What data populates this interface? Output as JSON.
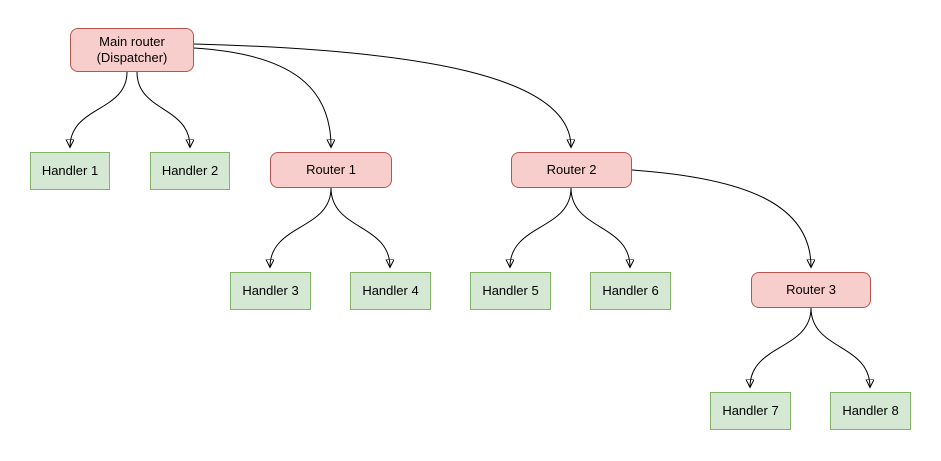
{
  "colors": {
    "background": "#ffffff",
    "router_fill": "#f8cecc",
    "router_stroke": "#b85450",
    "handler_fill": "#d5e8d4",
    "handler_stroke": "#82b366",
    "edge": "#000000"
  },
  "nodes": {
    "main_router": {
      "label": "Main router\n(Dispatcher)",
      "type": "router"
    },
    "router1": {
      "label": "Router 1",
      "type": "router"
    },
    "router2": {
      "label": "Router 2",
      "type": "router"
    },
    "router3": {
      "label": "Router 3",
      "type": "router"
    },
    "handler1": {
      "label": "Handler 1",
      "type": "handler"
    },
    "handler2": {
      "label": "Handler 2",
      "type": "handler"
    },
    "handler3": {
      "label": "Handler 3",
      "type": "handler"
    },
    "handler4": {
      "label": "Handler 4",
      "type": "handler"
    },
    "handler5": {
      "label": "Handler 5",
      "type": "handler"
    },
    "handler6": {
      "label": "Handler 6",
      "type": "handler"
    },
    "handler7": {
      "label": "Handler 7",
      "type": "handler"
    },
    "handler8": {
      "label": "Handler 8",
      "type": "handler"
    }
  },
  "edges": [
    {
      "from": "main_router",
      "to": "handler1"
    },
    {
      "from": "main_router",
      "to": "handler2"
    },
    {
      "from": "main_router",
      "to": "router1"
    },
    {
      "from": "main_router",
      "to": "router2"
    },
    {
      "from": "router1",
      "to": "handler3"
    },
    {
      "from": "router1",
      "to": "handler4"
    },
    {
      "from": "router2",
      "to": "handler5"
    },
    {
      "from": "router2",
      "to": "handler6"
    },
    {
      "from": "router2",
      "to": "router3"
    },
    {
      "from": "router3",
      "to": "handler7"
    },
    {
      "from": "router3",
      "to": "handler8"
    }
  ]
}
